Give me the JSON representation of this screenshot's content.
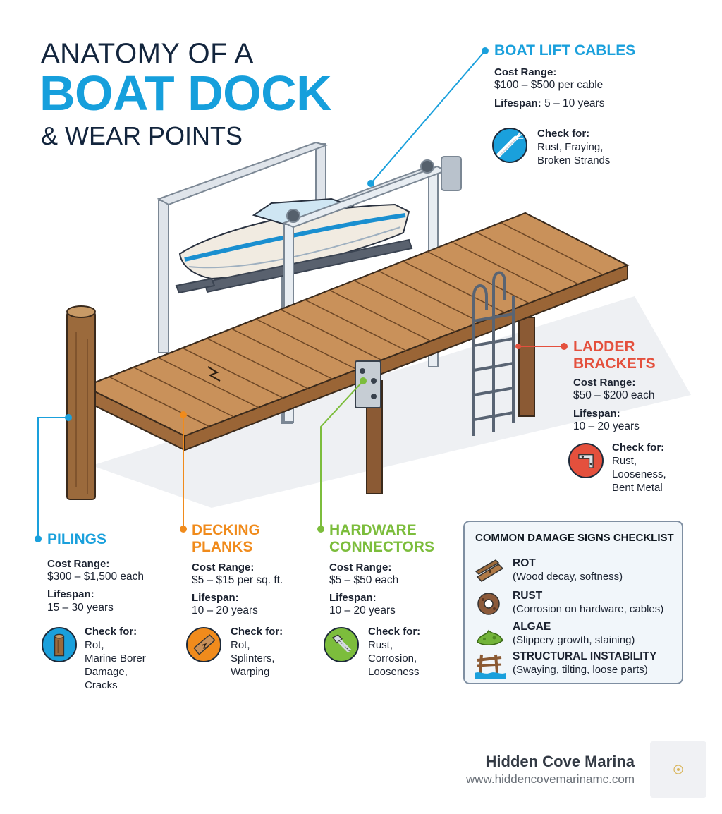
{
  "title": {
    "line1": "ANATOMY OF A",
    "line2": "BOAT DOCK",
    "line3": "& WEAR POINTS"
  },
  "callouts": {
    "boat_lift_cables": {
      "title": "BOAT LIFT CABLES",
      "cost_label": "Cost Range:",
      "cost_value": "$100 – $500 per cable",
      "lifespan_label": "Lifespan:",
      "lifespan_value": "5 – 10 years",
      "check_label": "Check for:",
      "check_items": [
        "Rust, Fraying,",
        "Broken Strands"
      ],
      "color": "#1aa0dc",
      "icon": "frayed-cable-icon"
    },
    "ladder_brackets": {
      "title_line1": "LADDER",
      "title_line2": "BRACKETS",
      "cost_label": "Cost Range:",
      "cost_value": "$50 – $200 each",
      "lifespan_label": "Lifespan:",
      "lifespan_value": "10 – 20 years",
      "check_label": "Check for:",
      "check_items": [
        "Rust,",
        "Looseness,",
        "Bent Metal"
      ],
      "color": "#e4503d",
      "icon": "bracket-icon"
    },
    "pilings": {
      "title": "PILINGS",
      "cost_label": "Cost Range:",
      "cost_value": "$300 – $1,500 each",
      "lifespan_label": "Lifespan:",
      "lifespan_value": "15 – 30 years",
      "check_label": "Check for:",
      "check_items": [
        "Rot,",
        "Marine Borer",
        "Damage,",
        "Cracks"
      ],
      "color": "#1aa0dc",
      "icon": "piling-icon"
    },
    "decking_planks": {
      "title_line1": "DECKING",
      "title_line2": "PLANKS",
      "cost_label": "Cost Range:",
      "cost_value": "$5 – $15 per sq. ft.",
      "lifespan_label": "Lifespan:",
      "lifespan_value": "10 – 20 years",
      "check_label": "Check for:",
      "check_items": [
        "Rot,",
        "Splinters,",
        "Warping"
      ],
      "color": "#f08b1c",
      "icon": "cracked-plank-icon"
    },
    "hardware_connectors": {
      "title_line1": "HARDWARE",
      "title_line2": "CONNECTORS",
      "cost_label": "Cost Range:",
      "cost_value": "$5 – $50 each",
      "lifespan_label": "Lifespan:",
      "lifespan_value": "10 – 20 years",
      "check_label": "Check for:",
      "check_items": [
        "Rust,",
        "Corrosion,",
        "Looseness"
      ],
      "color": "#7cbd3c",
      "icon": "bolt-icon"
    }
  },
  "checklist": {
    "title": "COMMON DAMAGE SIGNS CHECKLIST",
    "items": [
      {
        "name": "ROT",
        "desc": "(Wood decay, softness)",
        "icon": "rotten-wood-icon"
      },
      {
        "name": "RUST",
        "desc": "(Corrosion on hardware, cables)",
        "icon": "rusty-ring-icon"
      },
      {
        "name": "ALGAE",
        "desc": "(Slippery growth, staining)",
        "icon": "algae-icon"
      },
      {
        "name": "STRUCTURAL INSTABILITY",
        "desc": "(Swaying, tilting, loose parts)",
        "icon": "unstable-structure-icon"
      }
    ]
  },
  "footer": {
    "name": "Hidden Cove Marina",
    "url": "www.hiddencovemarinamc.com"
  }
}
